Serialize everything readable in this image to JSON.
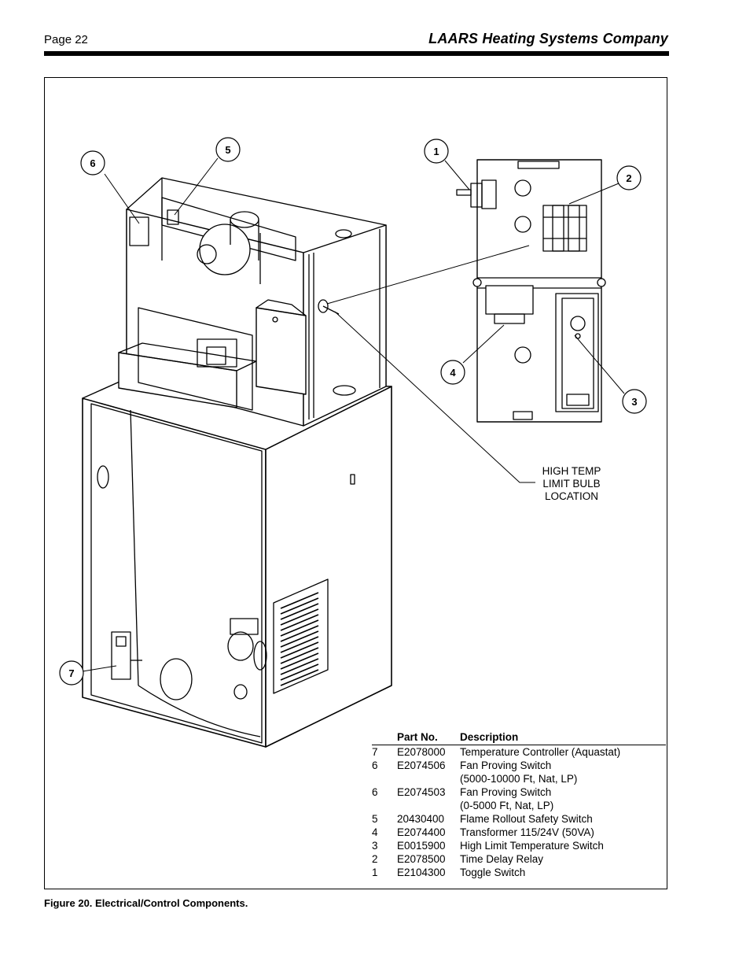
{
  "header": {
    "page_number": "Page 22",
    "company": "LAARS Heating Systems Company"
  },
  "figure": {
    "callouts": [
      "1",
      "2",
      "3",
      "4",
      "5",
      "6",
      "7"
    ],
    "high_temp_label": [
      "HIGH TEMP",
      "LIMIT BULB",
      "LOCATION"
    ],
    "caption": "Figure 20. Electrical/Control Components."
  },
  "parts_table": {
    "headers": {
      "number": "",
      "part_no": "Part No.",
      "description": "Description"
    },
    "rows": [
      {
        "num": "7",
        "part": "E2078000",
        "desc": "Temperature Controller (Aquastat)",
        "desc2": ""
      },
      {
        "num": "6",
        "part": "E2074506",
        "desc": "Fan Proving Switch",
        "desc2": "(5000-10000 Ft, Nat, LP)"
      },
      {
        "num": "6",
        "part": "E2074503",
        "desc": "Fan Proving Switch",
        "desc2": "(0-5000 Ft, Nat, LP)"
      },
      {
        "num": "5",
        "part": "20430400",
        "desc": "Flame Rollout Safety Switch",
        "desc2": ""
      },
      {
        "num": "4",
        "part": "E2074400",
        "desc": "Transformer 115/24V (50VA)",
        "desc2": ""
      },
      {
        "num": "3",
        "part": "E0015900",
        "desc": "High Limit Temperature Switch",
        "desc2": ""
      },
      {
        "num": "2",
        "part": "E2078500",
        "desc": "Time Delay Relay",
        "desc2": ""
      },
      {
        "num": "1",
        "part": "E2104300",
        "desc": "Toggle Switch",
        "desc2": ""
      }
    ]
  }
}
